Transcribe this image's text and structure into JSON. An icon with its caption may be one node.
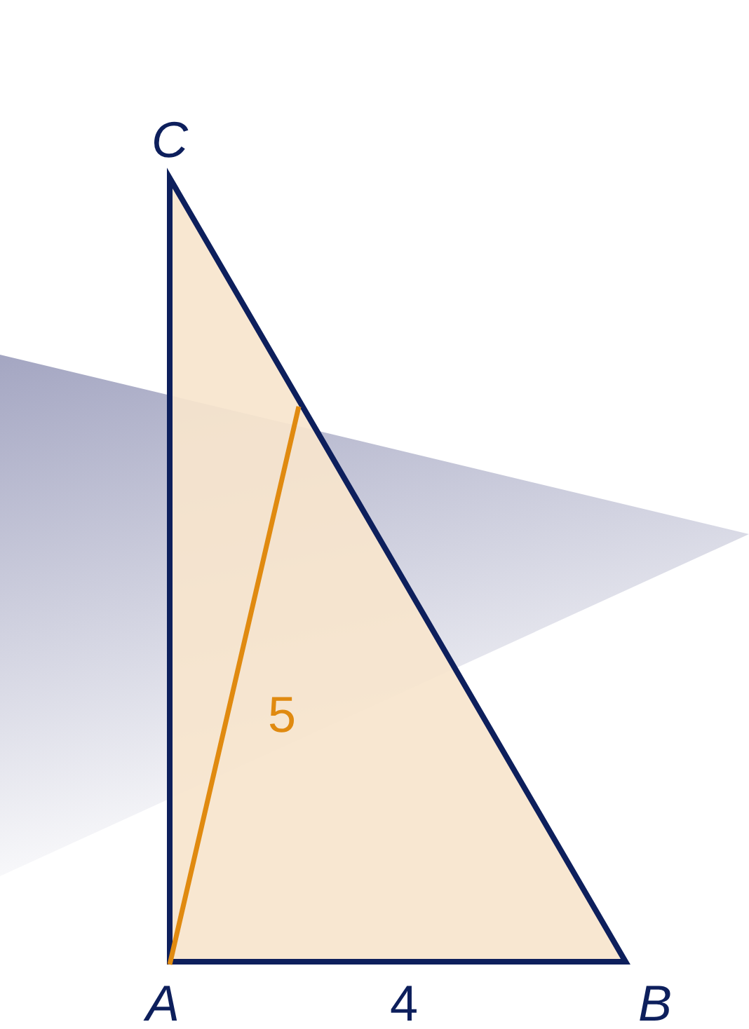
{
  "diagram": {
    "labels": [
      "C",
      "5",
      "A",
      "4",
      "B"
    ]
  }
}
